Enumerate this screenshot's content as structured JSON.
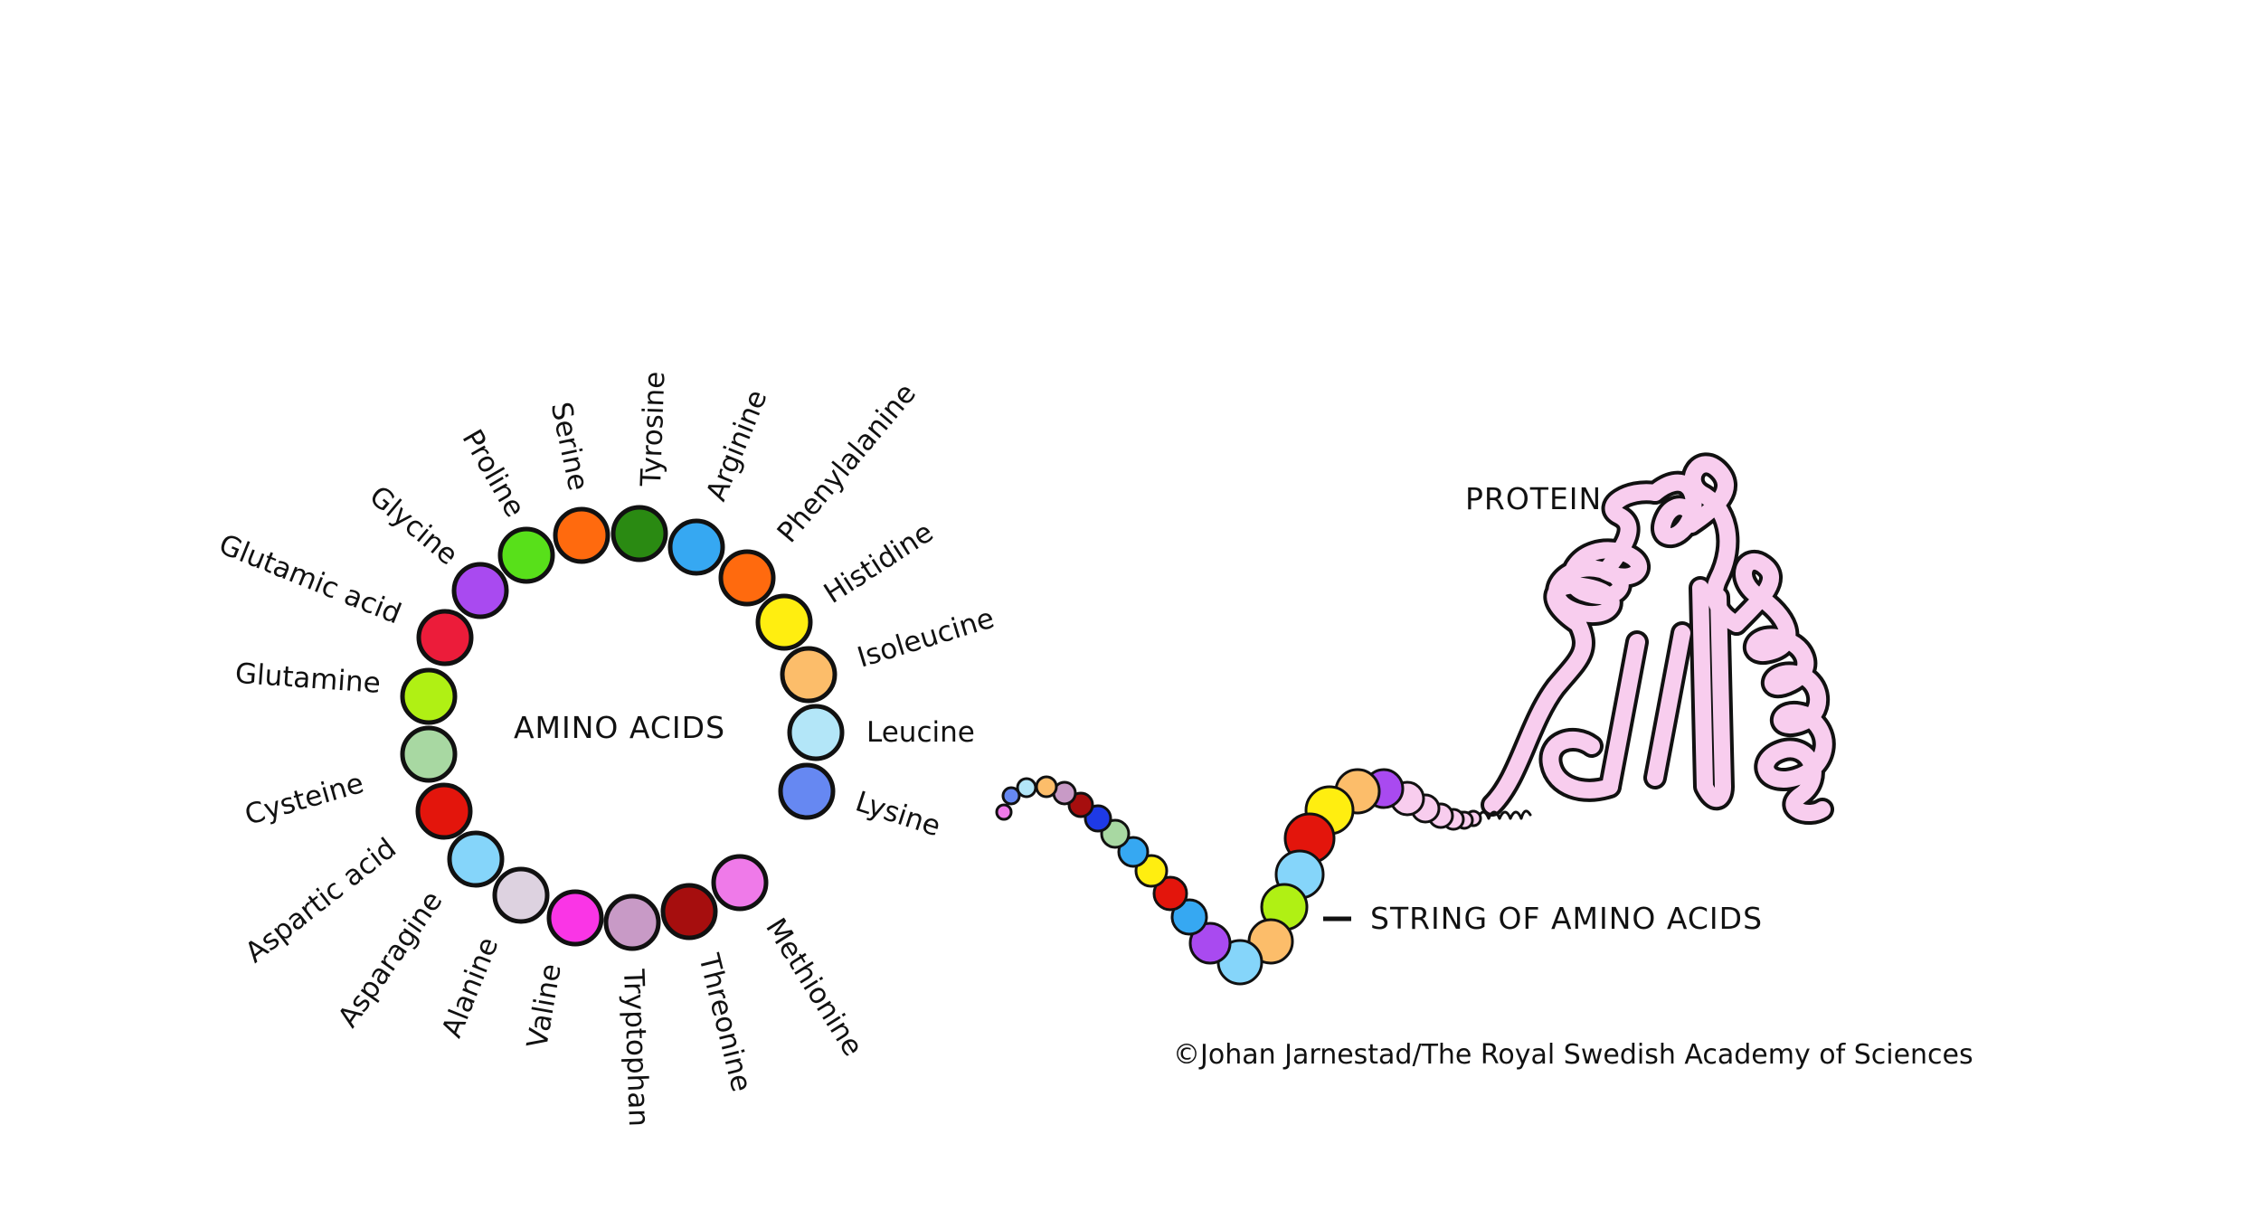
{
  "diagram": {
    "center_label": "AMINO ACIDS",
    "protein_label": "PROTEIN",
    "string_label": "STRING OF AMINO ACIDS",
    "credit": "©Johan Jarnestad/The Royal Swedish Academy of Sciences",
    "amino_acids": [
      {
        "name": "Glutamic acid",
        "color": "#ec1c3a"
      },
      {
        "name": "Glycine",
        "color": "#a94af0"
      },
      {
        "name": "Proline",
        "color": "#58e01a"
      },
      {
        "name": "Serine",
        "color": "#ff6a0e"
      },
      {
        "name": "Tyrosine",
        "color": "#2a8a12"
      },
      {
        "name": "Arginine",
        "color": "#36a8f2"
      },
      {
        "name": "Phenylalanine",
        "color": "#ff6a0e"
      },
      {
        "name": "Histidine",
        "color": "#ffee10"
      },
      {
        "name": "Isoleucine",
        "color": "#fcbd6a"
      },
      {
        "name": "Leucine",
        "color": "#b3e6f8"
      },
      {
        "name": "Lysine",
        "color": "#6688f2"
      },
      {
        "name": "Glutamine",
        "color": "#b0f014"
      },
      {
        "name": "Cysteine",
        "color": "#a8d8a2"
      },
      {
        "name": "Aspartic acid",
        "color": "#e3150c"
      },
      {
        "name": "Asparagine",
        "color": "#85d5fa"
      },
      {
        "name": "Alanine",
        "color": "#ddd2e0"
      },
      {
        "name": "Valine",
        "color": "#fa35e6"
      },
      {
        "name": "Tryptophan",
        "color": "#c89ac6"
      },
      {
        "name": "Threonine",
        "color": "#a60e0e"
      },
      {
        "name": "Methionine",
        "color": "#ef7ae9"
      }
    ],
    "protein_color": "#f8cdee",
    "chain_colors": [
      "#ef7ae9",
      "#6688f2",
      "#b3e6f8",
      "#fcbd6a",
      "#c89ac6",
      "#a60e0e",
      "#1e3ae6",
      "#a8d8a2",
      "#36a8f2",
      "#ffee10",
      "#e3150c",
      "#36a8f2",
      "#a94af0",
      "#85d5fa",
      "#fcbd6a",
      "#b0f014",
      "#85d5fa",
      "#e3150c",
      "#ffee10",
      "#fcbd6a",
      "#a94af0",
      "#f8cdee",
      "#f8cdee",
      "#f8cdee",
      "#f8cdee",
      "#f8cdee",
      "#f8cdee"
    ]
  }
}
